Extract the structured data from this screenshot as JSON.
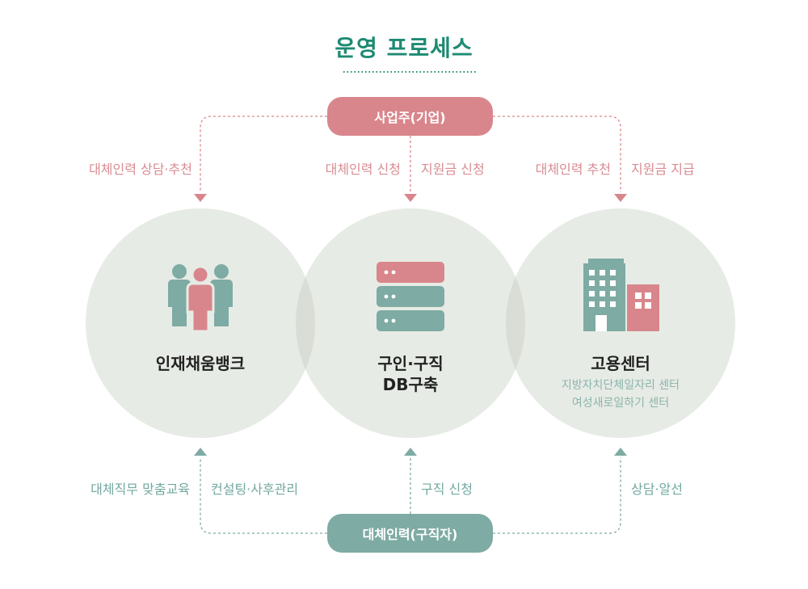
{
  "title": "운영 프로세스",
  "employer": {
    "label": "사업주(기업)"
  },
  "jobseeker": {
    "label": "대체인력(구직자)"
  },
  "top_labels": {
    "left": "대체인력 상담·추천",
    "mid_left": "대체인력 신청",
    "mid_right": "지원금 신청",
    "right_left": "대체인력 추천",
    "right_right": "지원금 지급"
  },
  "bottom_labels": {
    "left_left": "대체직무 맞춤교육",
    "left_right": "컨설팅·사후관리",
    "mid": "구직 신청",
    "right": "상담·알선"
  },
  "circles": {
    "bank": {
      "title": "인재채움뱅크"
    },
    "db": {
      "title_line1": "구인·구직",
      "title_line2": "DB구축"
    },
    "center": {
      "title": "고용센터",
      "sub_line1": "지방자치단체일자리 센터",
      "sub_line2": "여성새로일하기 센터"
    }
  },
  "colors": {
    "title_green": "#1e8a73",
    "pink": "#d8868c",
    "teal": "#7eaba4",
    "circle_fill": "#e7ebe5",
    "overlap_fill": "#d9ddd6"
  },
  "icons": {
    "bank": "people-group-icon",
    "db": "database-server-icon",
    "center": "office-building-icon"
  }
}
